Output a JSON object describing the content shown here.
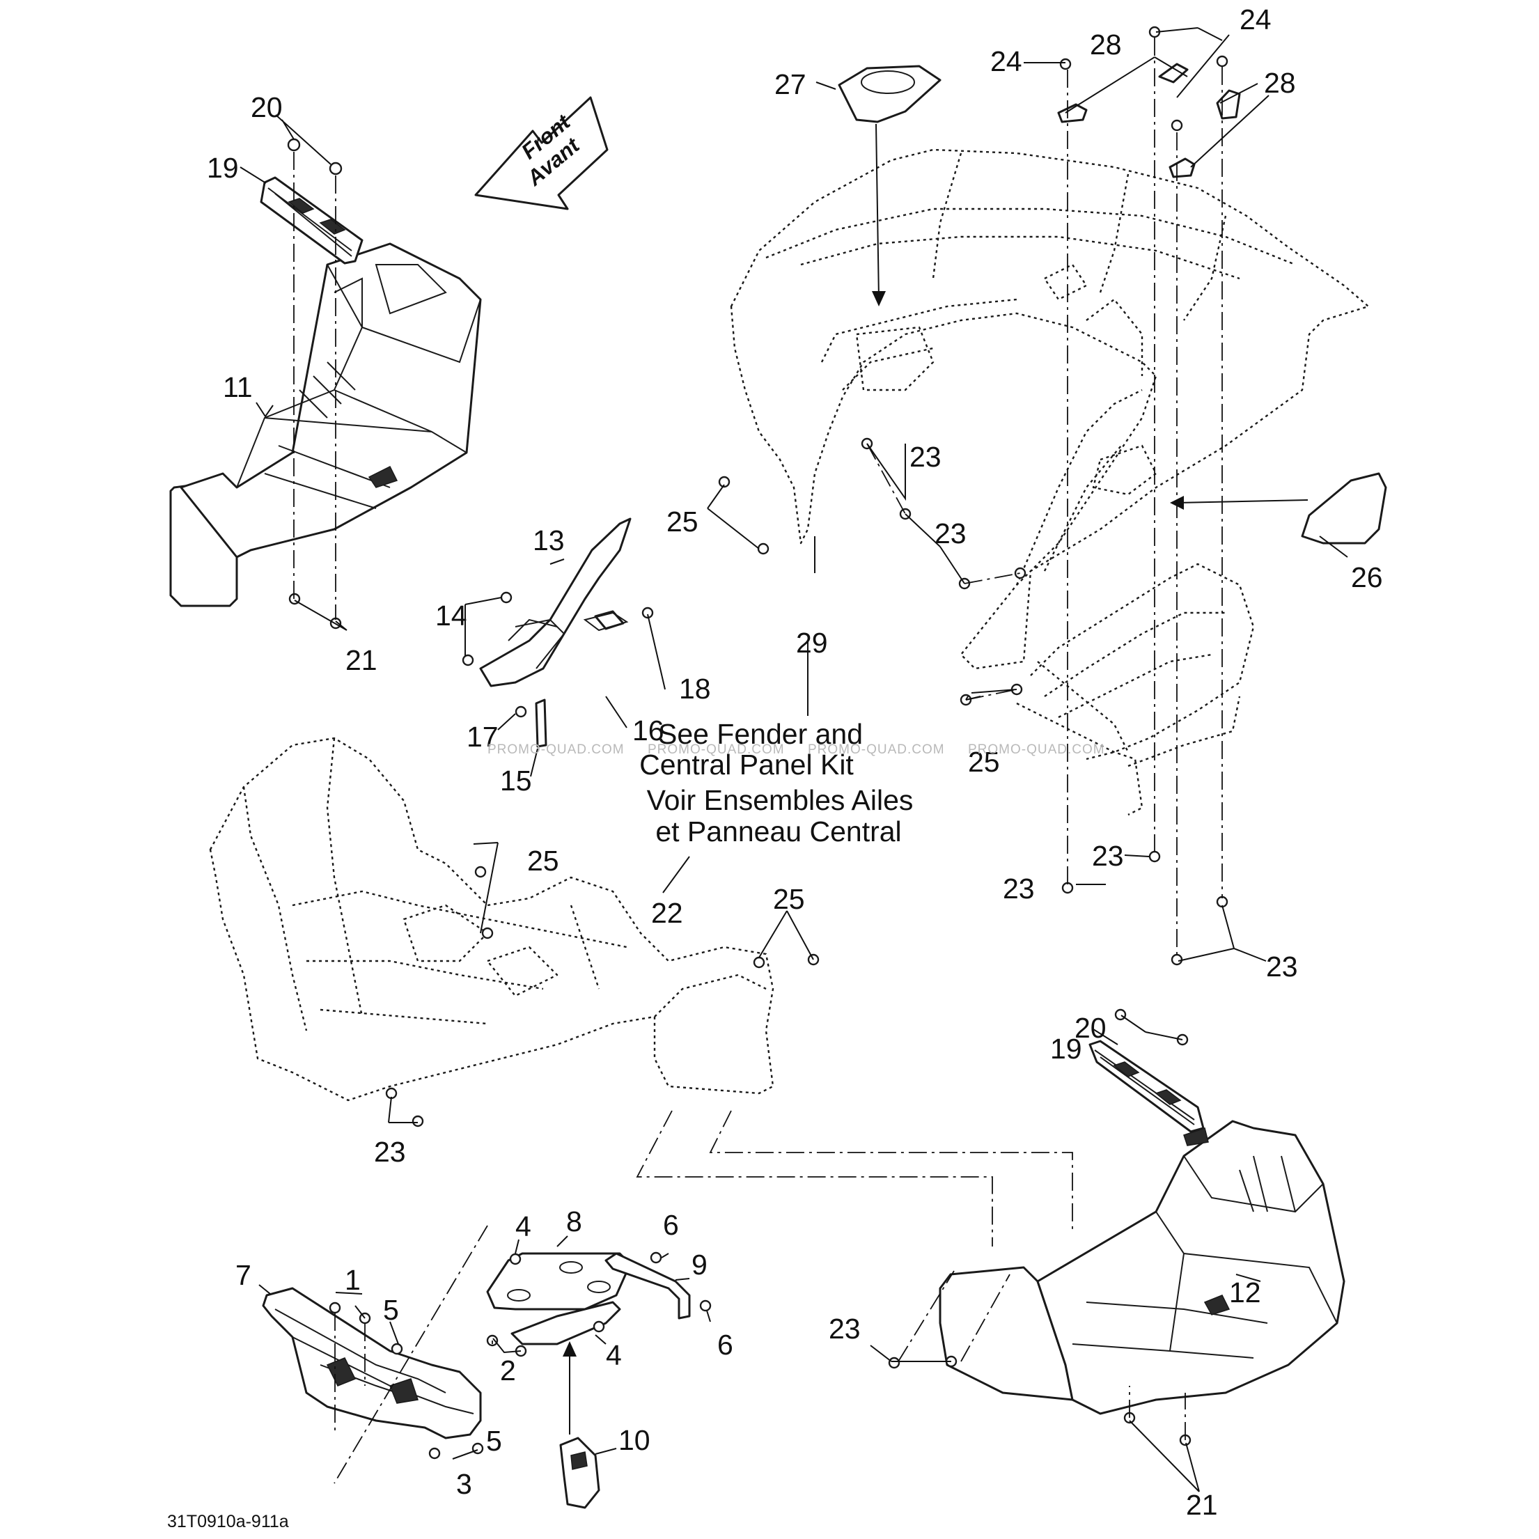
{
  "part_labels": [
    "1",
    "2",
    "3",
    "4",
    "5",
    "6",
    "7",
    "8",
    "9",
    "10",
    "11",
    "12",
    "13",
    "14",
    "15",
    "16",
    "17",
    "18",
    "19",
    "20",
    "21",
    "22",
    "23",
    "24",
    "25",
    "26",
    "27",
    "28",
    "29"
  ],
  "note_lines": [
    "See Fender and",
    "Central Panel Kit",
    "Voir Ensembles Ailes",
    "et Panneau Central"
  ],
  "direction_indicator": {
    "line1": "Front",
    "line2": "Avant"
  },
  "watermark": "PROMO-QUAD.COM",
  "drawing_code": "31T0910a-911a"
}
